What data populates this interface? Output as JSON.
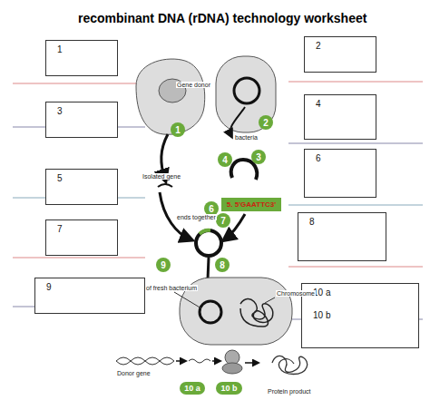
{
  "diagram": {
    "title": "recombinant DNA (rDNA) technology worksheet",
    "nodes": [
      {
        "text": [
          "1"
        ]
      },
      {
        "text": [
          "2"
        ]
      },
      {
        "text": [
          "3"
        ]
      },
      {
        "text": [
          "4"
        ]
      },
      {
        "text": [
          "5"
        ]
      },
      {
        "text": [
          "6"
        ]
      },
      {
        "text": [
          "7"
        ]
      },
      {
        "text": [
          "8"
        ]
      },
      {
        "text": [
          "9"
        ]
      },
      {
        "text": [
          "10 a",
          "10 b"
        ]
      },
      {
        "text": [
          "1"
        ]
      },
      {
        "text": [
          "2"
        ]
      },
      {
        "text": [
          "4"
        ]
      },
      {
        "text": [
          "3"
        ]
      },
      {
        "text": [
          "5. 5'GAATTC3'"
        ]
      },
      {
        "text": [
          "6"
        ]
      },
      {
        "text": [
          "7"
        ]
      },
      {
        "text": [
          "9"
        ]
      },
      {
        "text": [
          "8"
        ]
      },
      {
        "text": [
          "10 a"
        ]
      },
      {
        "text": [
          "10 b"
        ]
      }
    ],
    "labels": [
      "Gene donor",
      "bacteria",
      "Isolated gene",
      "ends together",
      "of fresh bacterium",
      "Chromosome",
      "Donor gene",
      "Protein product"
    ]
  }
}
